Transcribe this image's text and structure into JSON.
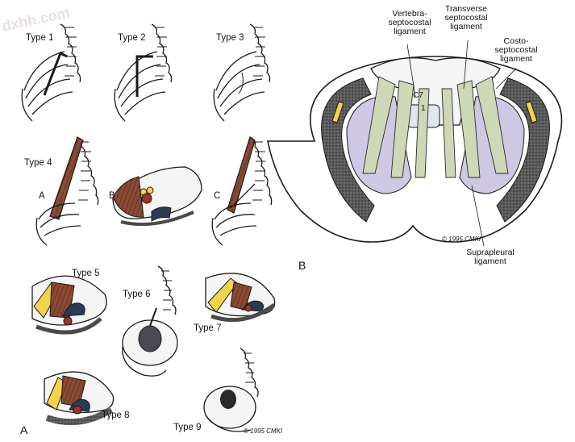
{
  "watermark": "dxhh.com",
  "panel_a": {
    "letter": "A",
    "types": [
      "Type 1",
      "Type 2",
      "Type 3",
      "Type 4",
      "Type 5",
      "Type 6",
      "Type 7",
      "Type 8",
      "Type 9"
    ],
    "sub_letters": [
      "A",
      "B",
      "C"
    ],
    "copyright": "© 1995 CMKI"
  },
  "panel_b": {
    "letter": "B",
    "vertebra_label": "C7",
    "rib_label": "1",
    "ligaments": {
      "vertebra_septocostal": [
        "Vertebra-",
        "septocostal",
        "ligament"
      ],
      "transverse_septocostal": [
        "Transverse",
        "septocostal",
        "ligament"
      ],
      "costo_septocostal": [
        "Costo-",
        "septocostal",
        "ligament"
      ],
      "suprapleural": [
        "Suprapleural",
        "ligament"
      ]
    },
    "copyright": "© 1995 CMKI"
  },
  "colors": {
    "ink": "#1a1a1a",
    "muscle": "#8a4a35",
    "vessel_dark": "#2b3a55",
    "vessel_red": "#a0322a",
    "nerve_yellow": "#f2d34a",
    "ligament_green": "#cfd8b6",
    "pleura_lavender": "#cfc8e3",
    "rib_gray": "#4a4a4a"
  }
}
